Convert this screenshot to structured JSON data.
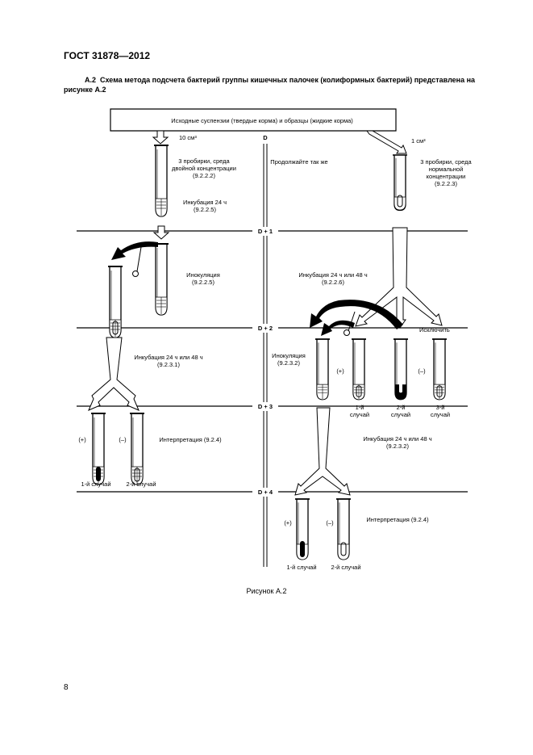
{
  "header": {
    "standard": "ГОСТ 31878—2012"
  },
  "intro": {
    "number": "А.2",
    "text": "Схема метода подсчета бактерий группы кишечных палочек (колиформных бактерий) представлена на рисунке А.2"
  },
  "figure": {
    "top_box": "Исходные суспензии (твердые корма) и образцы (жидкие корма)",
    "left_volume": "10 см³",
    "right_volume": "1 см³",
    "day_labels": [
      "D",
      "D + 1",
      "D + 2",
      "D + 3",
      "D + 4"
    ],
    "left": {
      "tubes_note": [
        "3 пробирки, среда",
        "двойной концентрации",
        "(9.2.2.2)"
      ],
      "incubation1": [
        "Инкубация 24 ч",
        "(9.2.2.5)"
      ],
      "inoculation": [
        "Инокуляция",
        "(9.2.2.5)"
      ],
      "incubation2": [
        "Инкубация 24 ч или 48 ч",
        "(9.2.3.1)"
      ],
      "interpretation": "Интерпретация (9.2.4)",
      "plus": "(+)",
      "minus": "(–)",
      "case1": "1-й случай",
      "case2": "2-й случай"
    },
    "center_note": "Продолжайте так же",
    "right": {
      "tubes_note": [
        "3 пробирки, среда",
        "нормальной",
        "концентрации",
        "(9.2.2.3)"
      ],
      "incubation1": [
        "Инкубация 24 ч или 48 ч",
        "(9.2.2.6)"
      ],
      "exclude": "Исключить",
      "inoculation": [
        "Инокуляция",
        "(9.2.3.2)"
      ],
      "plus": "(+)",
      "minus": "(–)",
      "case1": [
        "1-й",
        "случай"
      ],
      "case2": [
        "2-й",
        "случай"
      ],
      "case3": [
        "3-й",
        "случай"
      ],
      "incubation2": [
        "Инкубация 24 ч или 48 ч",
        "(9.2.3.2)"
      ],
      "interpretation": "Интерпретация (9.2.4)",
      "plus2": "(+)",
      "minus2": "(–)",
      "case1b": "1-й случай",
      "case2b": "2-й случай"
    }
  },
  "caption": "Рисунок А.2",
  "page_number": "8"
}
